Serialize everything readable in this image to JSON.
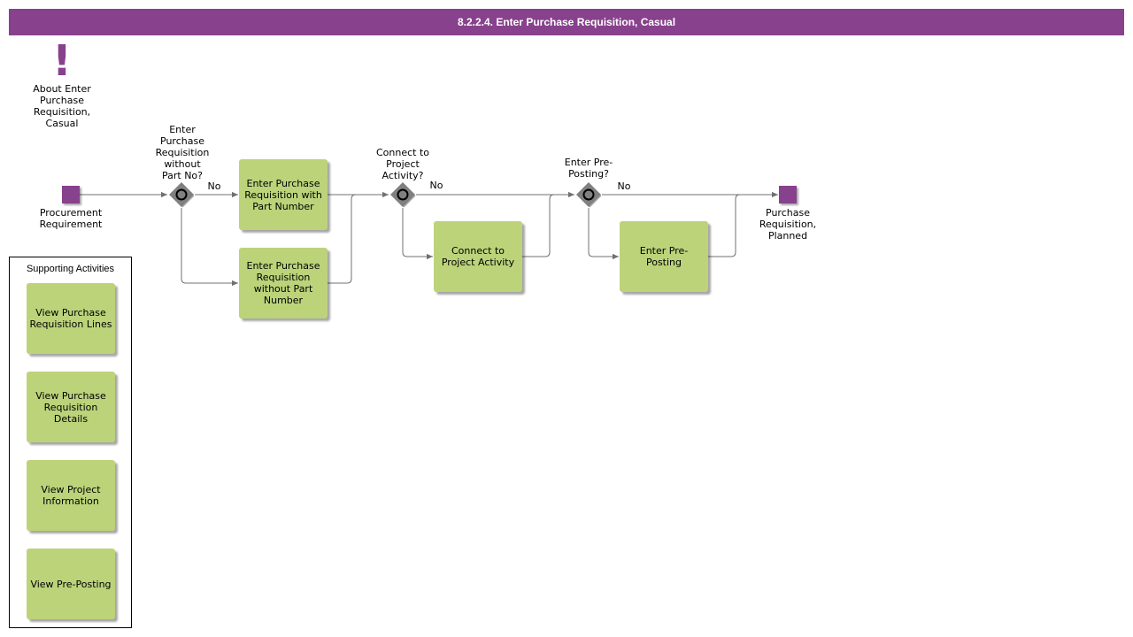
{
  "colors": {
    "accent": "#88418c",
    "task": "#bcd37a",
    "gateway": "#808080",
    "flow": "#707070"
  },
  "header": {
    "title": "8.2.2.4. Enter Purchase Requisition, Casual"
  },
  "about": {
    "icon": "exclamation-icon",
    "label": "About Enter\nPurchase\nRequisition,\nCasual"
  },
  "start_event": {
    "label": "Procurement\nRequirement"
  },
  "end_event": {
    "label": "Purchase\nRequisition,\nPlanned"
  },
  "gateways": {
    "g1": {
      "question": "Enter\nPurchase\nRequisition\nwithout\nPart No?",
      "branch_label": "No"
    },
    "g2": {
      "question": "Connect to\nProject\nActivity?",
      "branch_label": "No"
    },
    "g3": {
      "question": "Enter Pre-\nPosting?",
      "branch_label": "No"
    }
  },
  "tasks": {
    "with_part": "Enter Purchase\nRequisition with\nPart Number",
    "without_part": "Enter Purchase\nRequisition\nwithout Part\nNumber",
    "connect_project": "Connect to\nProject Activity",
    "pre_posting": "Enter Pre-\nPosting"
  },
  "supporting": {
    "title": "Supporting Activities",
    "items": [
      "View Purchase\nRequisition Lines",
      "View Purchase\nRequisition\nDetails",
      "View Project\nInformation",
      "View Pre-Posting"
    ]
  }
}
